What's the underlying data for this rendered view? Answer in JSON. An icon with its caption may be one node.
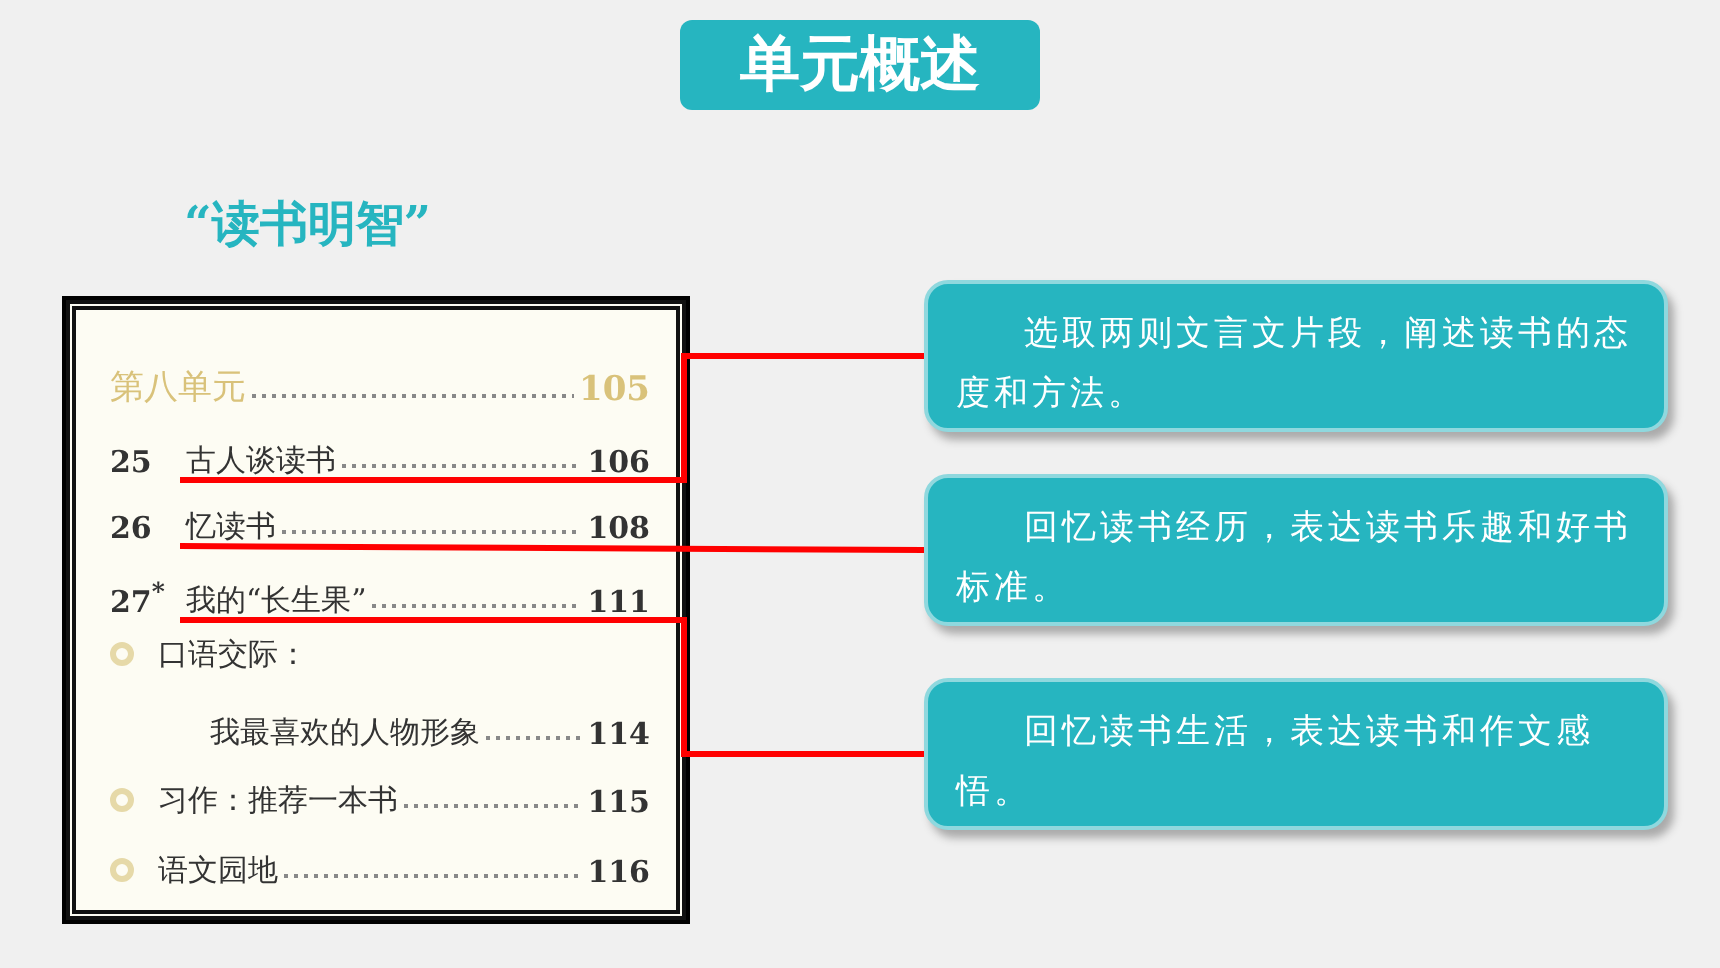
{
  "diagram": {
    "title": "单元概述",
    "nodes": [
      {
        "text": [],
        "shape": "box"
      },
      {
        "text": [
          "第八单元",
          "105"
        ],
        "in": 0
      },
      {
        "text": [
          "25",
          "古人谈读书",
          "106"
        ],
        "in": 0
      },
      {
        "text": [
          "26",
          "忆读书",
          "108"
        ],
        "in": 0
      },
      {
        "text": [
          "27$^{*}$",
          "我的“长生果”",
          "111"
        ],
        "in": 0
      },
      {
        "text": [
          "口语交际：",
          "我最喜欢的人物形象",
          "114"
        ],
        "in": 0
      },
      {
        "text": [
          "习作：推荐一本书",
          "115"
        ],
        "in": 0
      },
      {
        "text": [
          "语文园地",
          "116"
        ],
        "in": 0
      },
      {
        "text": [
          "选取两则文言文片段，阐述读书的态度和方法。"
        ]
      },
      {
        "text": [
          "回忆读书经历，表达读书乐趣和好书标准。"
        ]
      },
      {
        "text": [
          "回忆读书生活，表达读书和作文感悟。"
        ]
      }
    ],
    "edges": [
      {
        "from": 2,
        "to": 8,
        "arrow": "none"
      },
      {
        "from": 3,
        "to": 9,
        "arrow": "none"
      },
      {
        "from": 4,
        "to": 10,
        "arrow": "none"
      }
    ],
    "labels": [
      "“读书明智”"
    ]
  }
}
